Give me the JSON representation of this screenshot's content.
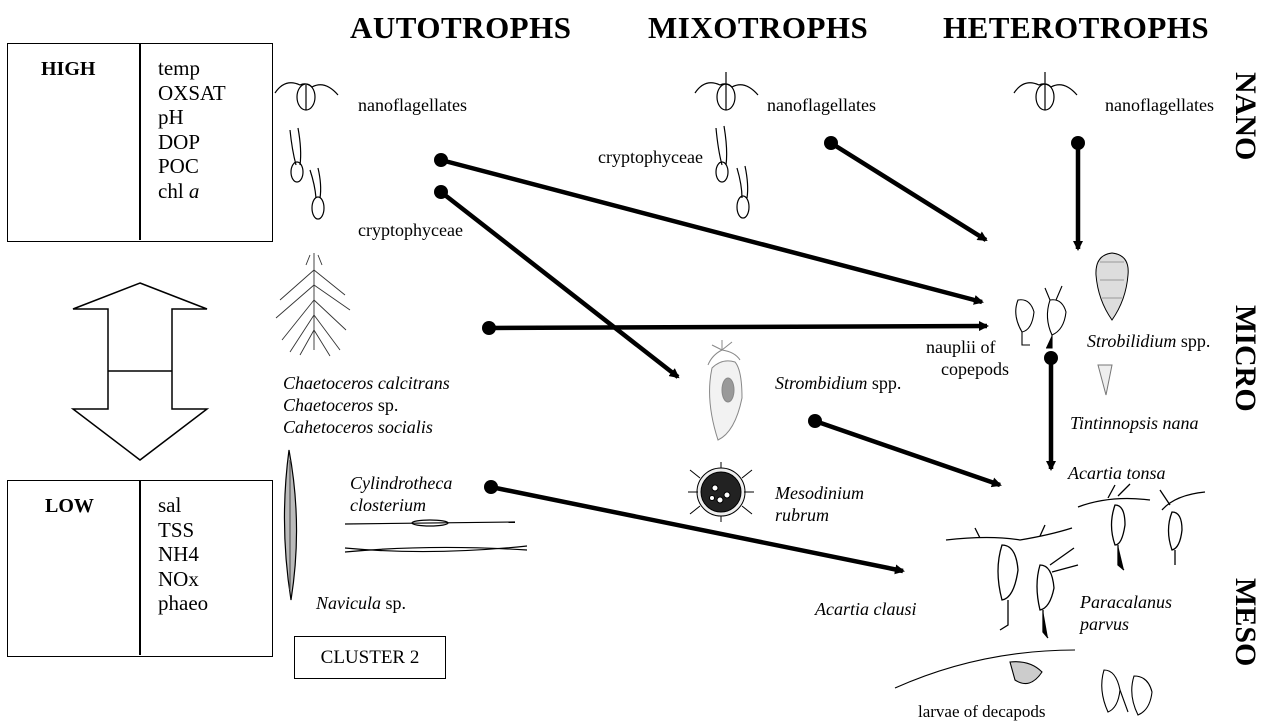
{
  "columns": {
    "autotrophs": "AUTOTROPHS",
    "mixotrophs": "MIXOTROPHS",
    "heterotrophs": "HETEROTROPHS"
  },
  "size_classes": {
    "nano": "NANO",
    "micro": "MICRO",
    "meso": "MESO"
  },
  "high_box": {
    "title": "HIGH",
    "items": [
      "temp",
      "OXSAT",
      "pH",
      "DOP",
      "POC",
      "chl "
    ],
    "chl_italic": "a"
  },
  "low_box": {
    "title": "LOW",
    "items": [
      "sal",
      "TSS",
      "NH4",
      "NOx",
      "phaeo"
    ]
  },
  "cluster_label": "CLUSTER 2",
  "organisms": {
    "auto_nanoflagellates": "nanoflagellates",
    "auto_cryptophyceae": "cryptophyceae",
    "chaetoceros": [
      "Chaetoceros calcitrans",
      "Chaetoceros",
      "Cahetoceros socialis"
    ],
    "chaetoceros_sp": " sp.",
    "cylindrotheca": [
      "Cylindrotheca",
      "closterium"
    ],
    "navicula": "Navicula",
    "navicula_sp": " sp.",
    "mixo_nanoflagellates": "nanoflagellates",
    "mixo_cryptophyceae": "cryptophyceae",
    "strombidium": "Strombidium",
    "strombidium_spp": " spp.",
    "mesodinium": [
      "Mesodinium",
      "rubrum"
    ],
    "hetero_nanoflagellates": "nanoflagellates",
    "nauplii": [
      "nauplii of",
      "copepods"
    ],
    "strobilidium": "Strobilidium",
    "strobilidium_spp": " spp.",
    "tintinnopsis": "Tintinnopsis nana",
    "acartia_tonsa": "Acartia tonsa",
    "acartia_clausi": "Acartia clausi",
    "paracalanus": [
      "Paracalanus",
      "parvus"
    ],
    "decapods": "larvae of decapods"
  }
}
